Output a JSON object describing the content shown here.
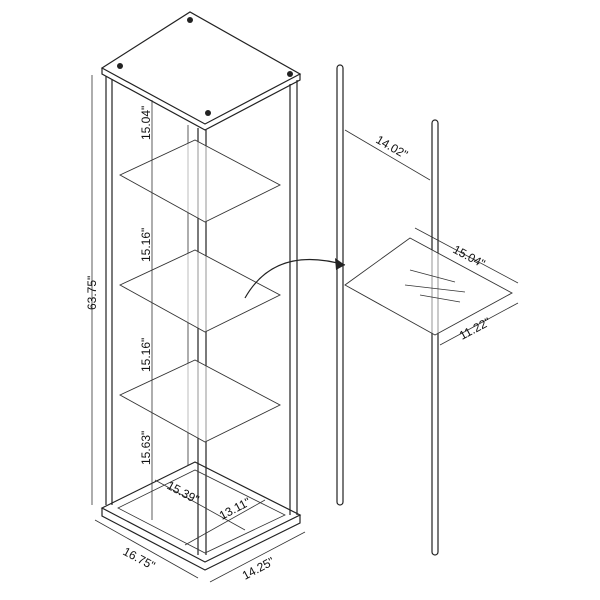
{
  "diagram": {
    "cabinet_dimensions": {
      "height": "63.75\"",
      "shelf_gap_1": "15.04\"",
      "shelf_gap_2": "15.16\"",
      "shelf_gap_3": "15.16\"",
      "shelf_gap_4": "15.63\"",
      "interior_width": "15.39\"",
      "interior_depth": "13.11\"",
      "base_width": "16.75\"",
      "base_depth": "14.25\""
    },
    "shelf_detail": {
      "pole_spacing": "14.02\"",
      "shelf_width": "15.04\"",
      "shelf_depth": "11.22\""
    },
    "line_color": "#222222"
  }
}
